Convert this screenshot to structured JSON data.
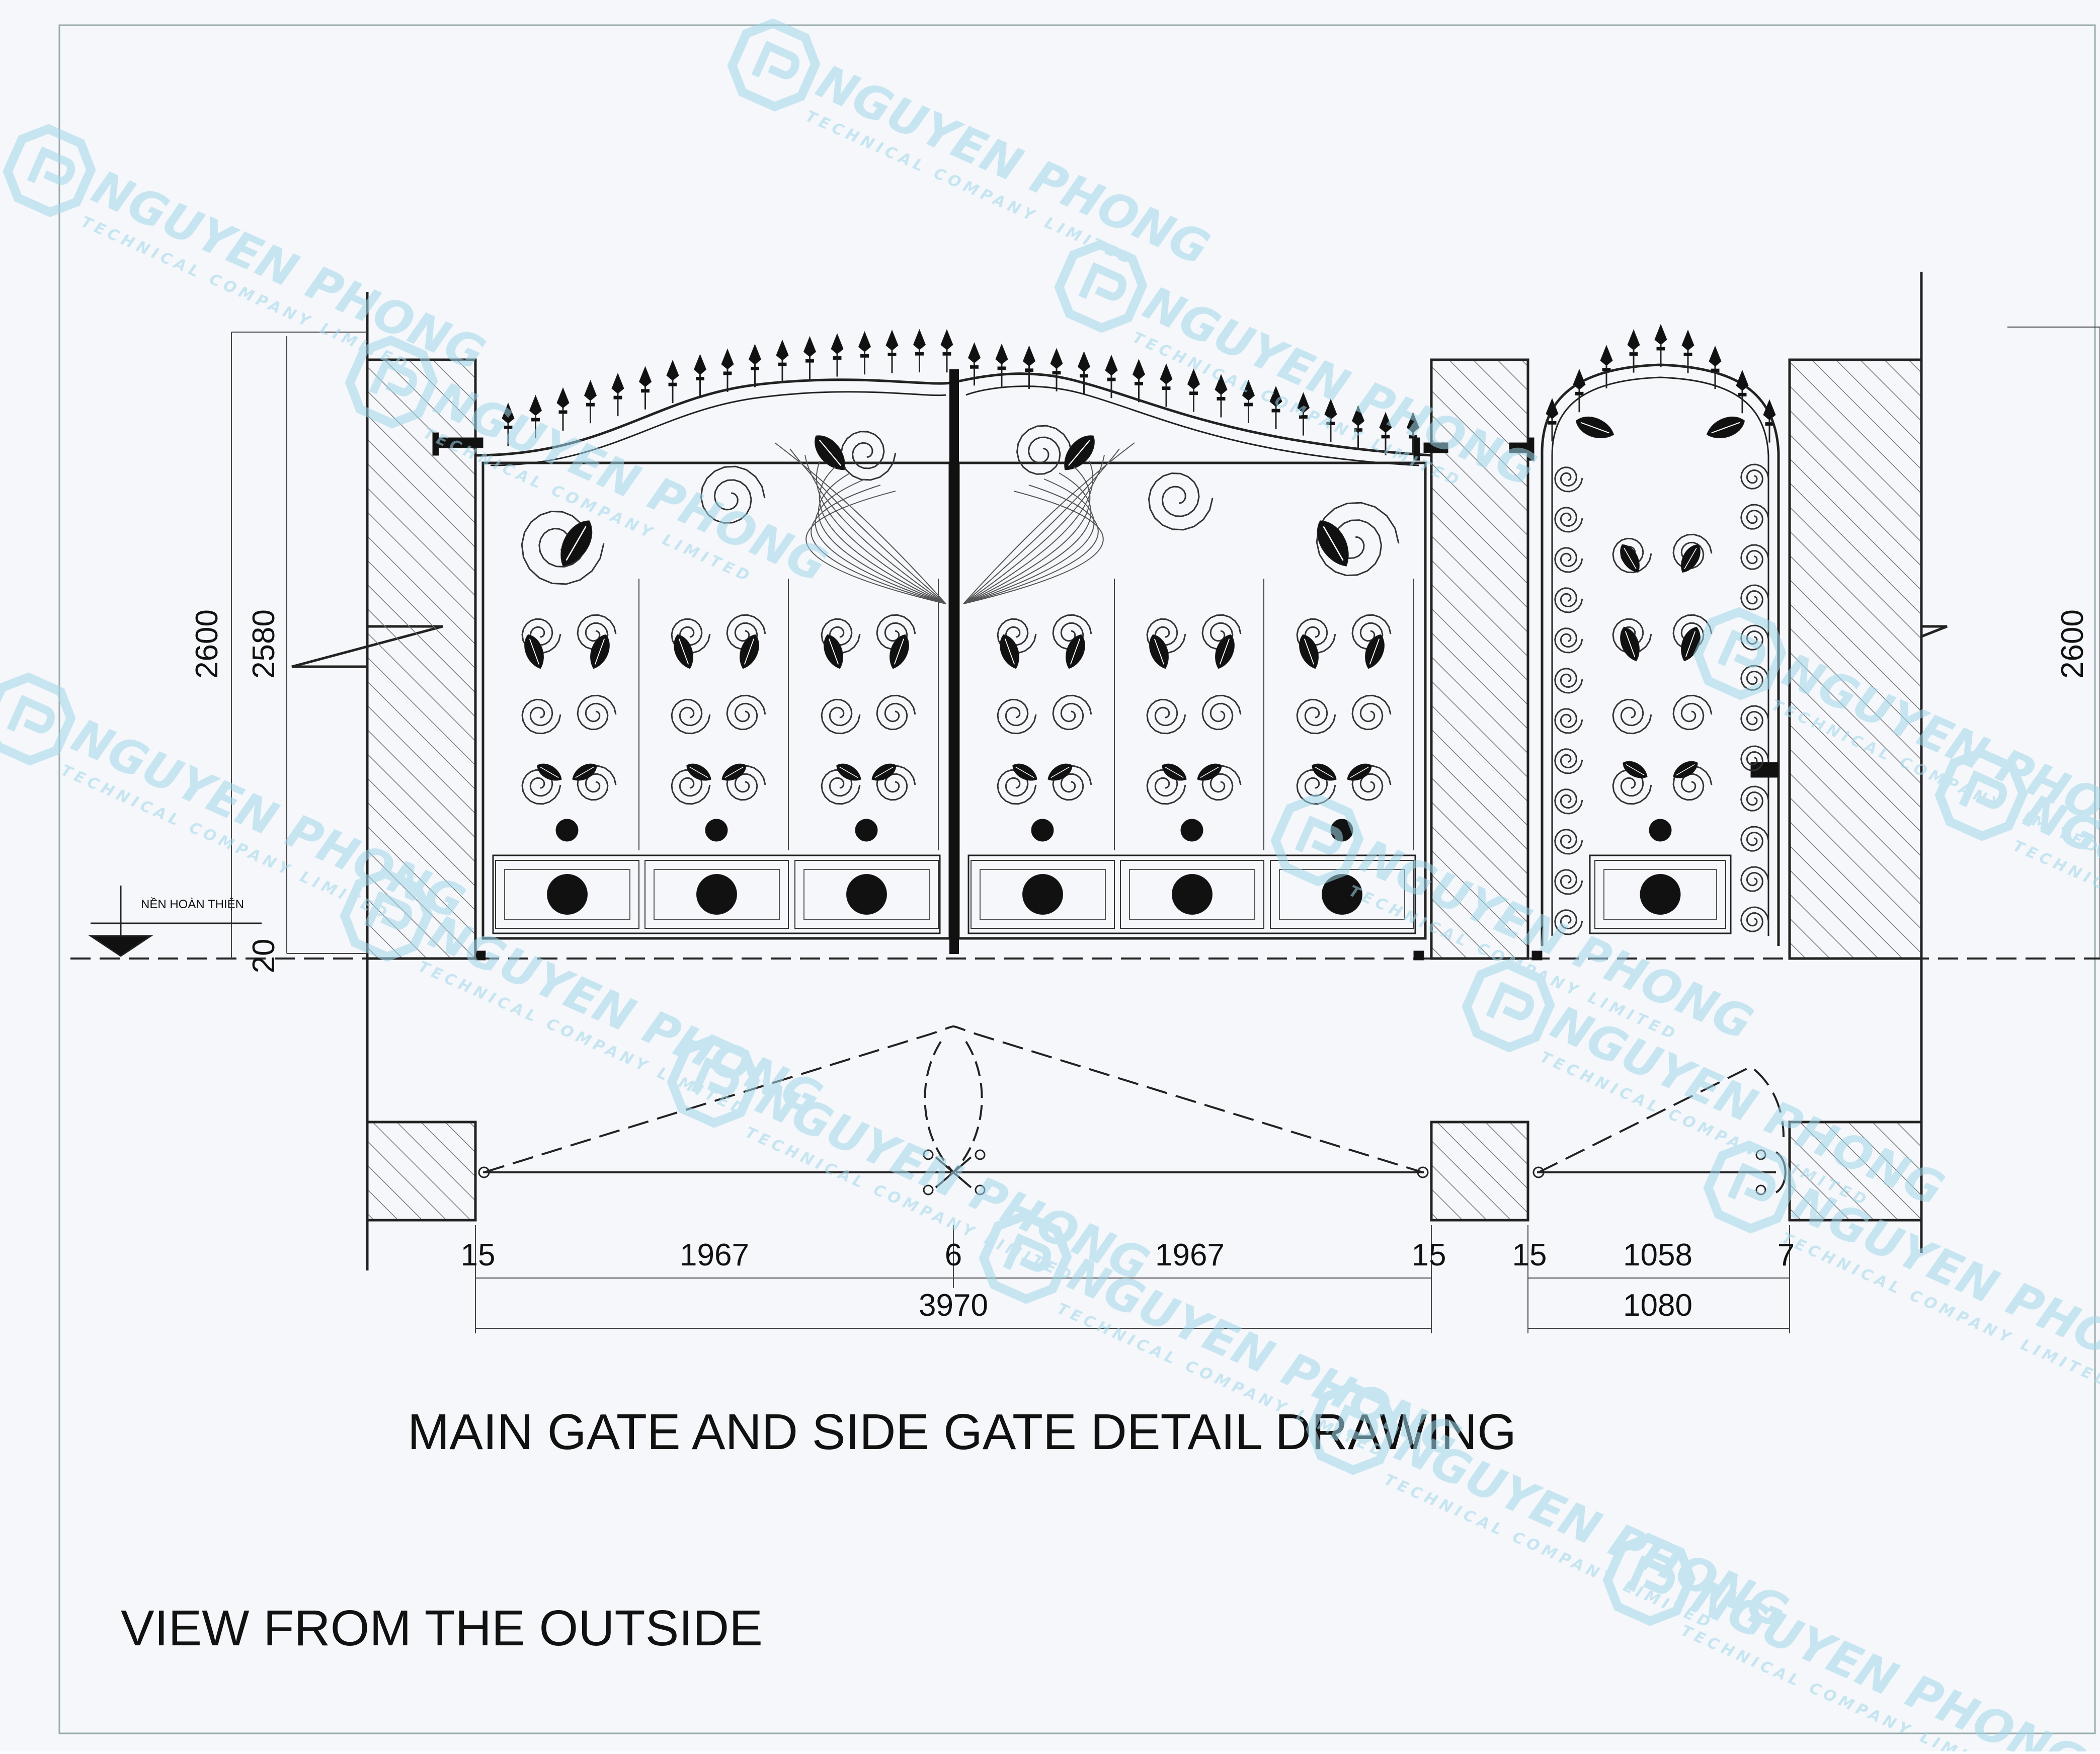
{
  "drawing": {
    "title": "MAIN GATE AND SIDE GATE DETAIL DRAWING",
    "subtitle": "VIEW FROM THE OUTSIDE",
    "level_note": "NỀN HOÀN THIỆN"
  },
  "dimensions": {
    "left_height_outer": "2600",
    "left_height_inner": "2580",
    "ground_gap": "20",
    "right_height": "2600",
    "main_gate": {
      "left_gap": "15",
      "left_leaf": "1967",
      "center_gap": "6",
      "right_leaf": "1967",
      "right_gap": "15",
      "total": "3970"
    },
    "side_gate": {
      "left_gap": "15",
      "leaf": "1058",
      "right_gap": "7",
      "total": "1080"
    }
  },
  "watermark": {
    "brand": "NGUYEN PHONG",
    "tagline": "TECHNICAL COMPANY LIMITED",
    "color": "#9fd8ea"
  },
  "colors": {
    "line": "#222222",
    "hatch": "#555555",
    "ornament": "#111111"
  }
}
